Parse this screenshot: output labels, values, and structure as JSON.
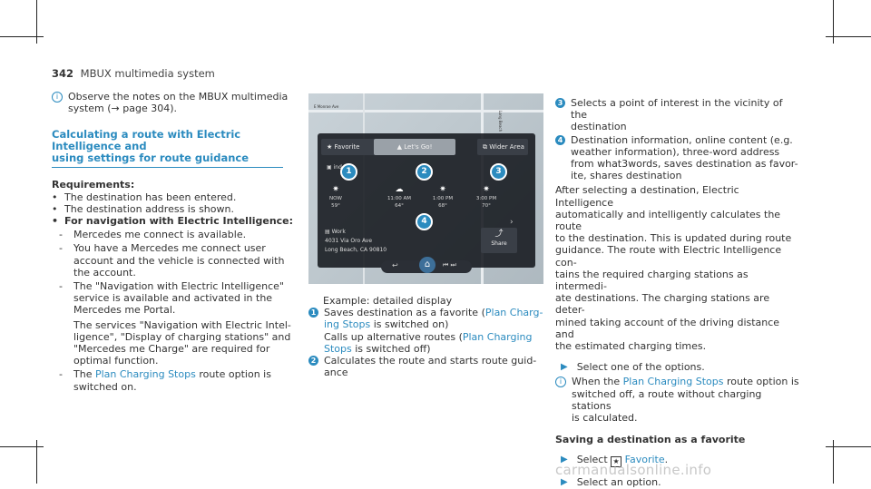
{
  "header": {
    "page_number": "342",
    "title": "MBUX multimedia system"
  },
  "left": {
    "note": "Observe the notes on the MBUX multimedia system (→ page 304).",
    "section_title_line1": "Calculating a route with Electric Intelligence and",
    "section_title_line2": "using settings for route guidance",
    "req_title": "Requirements:",
    "bullets": [
      "The destination has been entered.",
      "The destination address is shown.",
      "For navigation with Electric Intelligence:"
    ],
    "dash1": "Mercedes me connect is available.",
    "dash2_l1": "You have a Mercedes me connect user",
    "dash2_l2": "account and the vehicle is connected with",
    "dash2_l3": "the account.",
    "dash3_l1": "The \"Navigation with Electric Intelligence\"",
    "dash3_l2": "service is available and activated in the",
    "dash3_l3": "Mercedes me Portal.",
    "dash3_p2_l1": "The services \"Navigation with Electric Intel-",
    "dash3_p2_l2": "ligence\", \"Display of charging stations\" and",
    "dash3_p2_l3": "\"Mercedes me Charge\" are required for",
    "dash3_p2_l4": "optimal function.",
    "dash4_pre": "The ",
    "dash4_link": "Plan Charging Stops",
    "dash4_post": " route option is",
    "dash4_l2": "switched on."
  },
  "screen": {
    "btn_favorite": "Favorite",
    "btn_letsgo": "Let's Go!",
    "btn_wider": "Wider Area",
    "place": "ind Jeap",
    "forecast": [
      {
        "time": "NOW",
        "temp": "59°"
      },
      {
        "time": "11:00 AM",
        "temp": "64°"
      },
      {
        "time": "1:00 PM",
        "temp": "68°"
      },
      {
        "time": "3:00 PM",
        "temp": "70°"
      }
    ],
    "work_label": "Work",
    "addr1": "4031 Via Oro Ave",
    "addr2": "Long Beach, CA 90810",
    "share": "Share",
    "callouts": [
      "1",
      "2",
      "3",
      "4"
    ],
    "street1": "E Monroe Ave",
    "street2": "Long Beach"
  },
  "middle": {
    "caption": "Example: detailed display",
    "item1_l1_pre": "Saves destination as a favorite (",
    "item1_l1_link": "Plan Charg-",
    "item1_l2_link": "ing Stops",
    "item1_l2_post": " is switched on)",
    "item1_l3_pre": "Calls up alternative routes (",
    "item1_l3_link": "Plan Charging",
    "item1_l4_link": "Stops",
    "item1_l4_post": " is switched off)",
    "item2_l1": "Calculates the route and starts route guid-",
    "item2_l2": "ance"
  },
  "right": {
    "item3_l1": "Selects a point of interest in the vicinity of the",
    "item3_l2": "destination",
    "item4_l1": "Destination information, online content (e.g.",
    "item4_l2": "weather information), three-word address",
    "item4_l3": "from what3words, saves destination as favor-",
    "item4_l4": "ite, shares destination",
    "para_l1": "After selecting a destination, Electric Intelligence",
    "para_l2": "automatically and intelligently calculates the route",
    "para_l3": "to the destination. This is updated during route",
    "para_l4": "guidance. The route with Electric Intelligence con-",
    "para_l5": "tains the required charging stations as intermedi-",
    "para_l6": "ate destinations. The charging stations are deter-",
    "para_l7": "mined taking account of the driving distance and",
    "para_l8": "the estimated charging times.",
    "step1": "Select one of the options.",
    "note_pre": "When the ",
    "note_link": "Plan Charging Stops",
    "note_post": " route option is",
    "note_l2": "switched off, a route without charging stations",
    "note_l3": "is calculated.",
    "sub_title": "Saving a destination as a favorite",
    "step2_pre": "Select ",
    "step2_link": "Favorite",
    "step2_post": ".",
    "step3": "Select an option."
  },
  "watermark": "carmanualsonline.info"
}
